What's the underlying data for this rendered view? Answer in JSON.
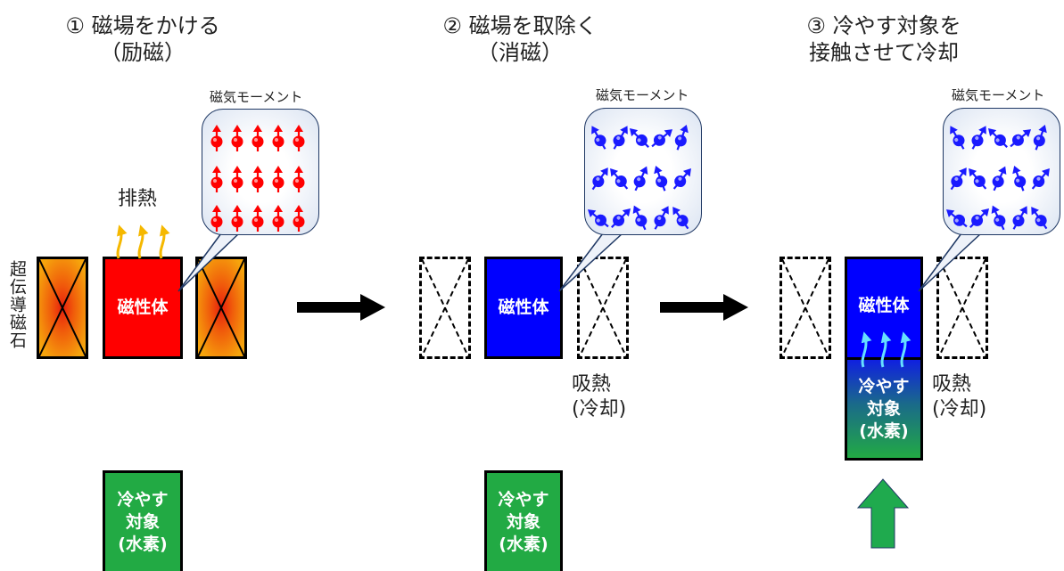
{
  "steps": [
    {
      "title_line1": "① 磁場をかける",
      "title_line2": "（励磁）"
    },
    {
      "title_line1": "② 磁場を取除く",
      "title_line2": "（消磁）"
    },
    {
      "title_line1": "③ 冷やす対象を",
      "title_line2": "接触させて冷却"
    }
  ],
  "labels": {
    "magnet": "超伝導磁石",
    "magnetic_body": "磁性体",
    "magnetic_moment": "磁気モーメント",
    "heat_release": "排熱",
    "heat_absorb_line1": "吸熱",
    "heat_absorb_line2": "(冷却)",
    "target_line1": "冷やす",
    "target_line2": "対象",
    "target_line3": "(水素)"
  },
  "colors": {
    "magnetized_body": "#ff0000",
    "demagnetized_body": "#0000ff",
    "target": "#22aa44",
    "magnet_center": "#e8200c",
    "magnet_edge": "#f6a40c",
    "heat_arrow": "#f5b800",
    "cold_arrow": "#66e0ff",
    "moment_aligned": "#ff0000",
    "moment_random": "#1a1aff",
    "contact_arrow": "#1faa4e"
  }
}
